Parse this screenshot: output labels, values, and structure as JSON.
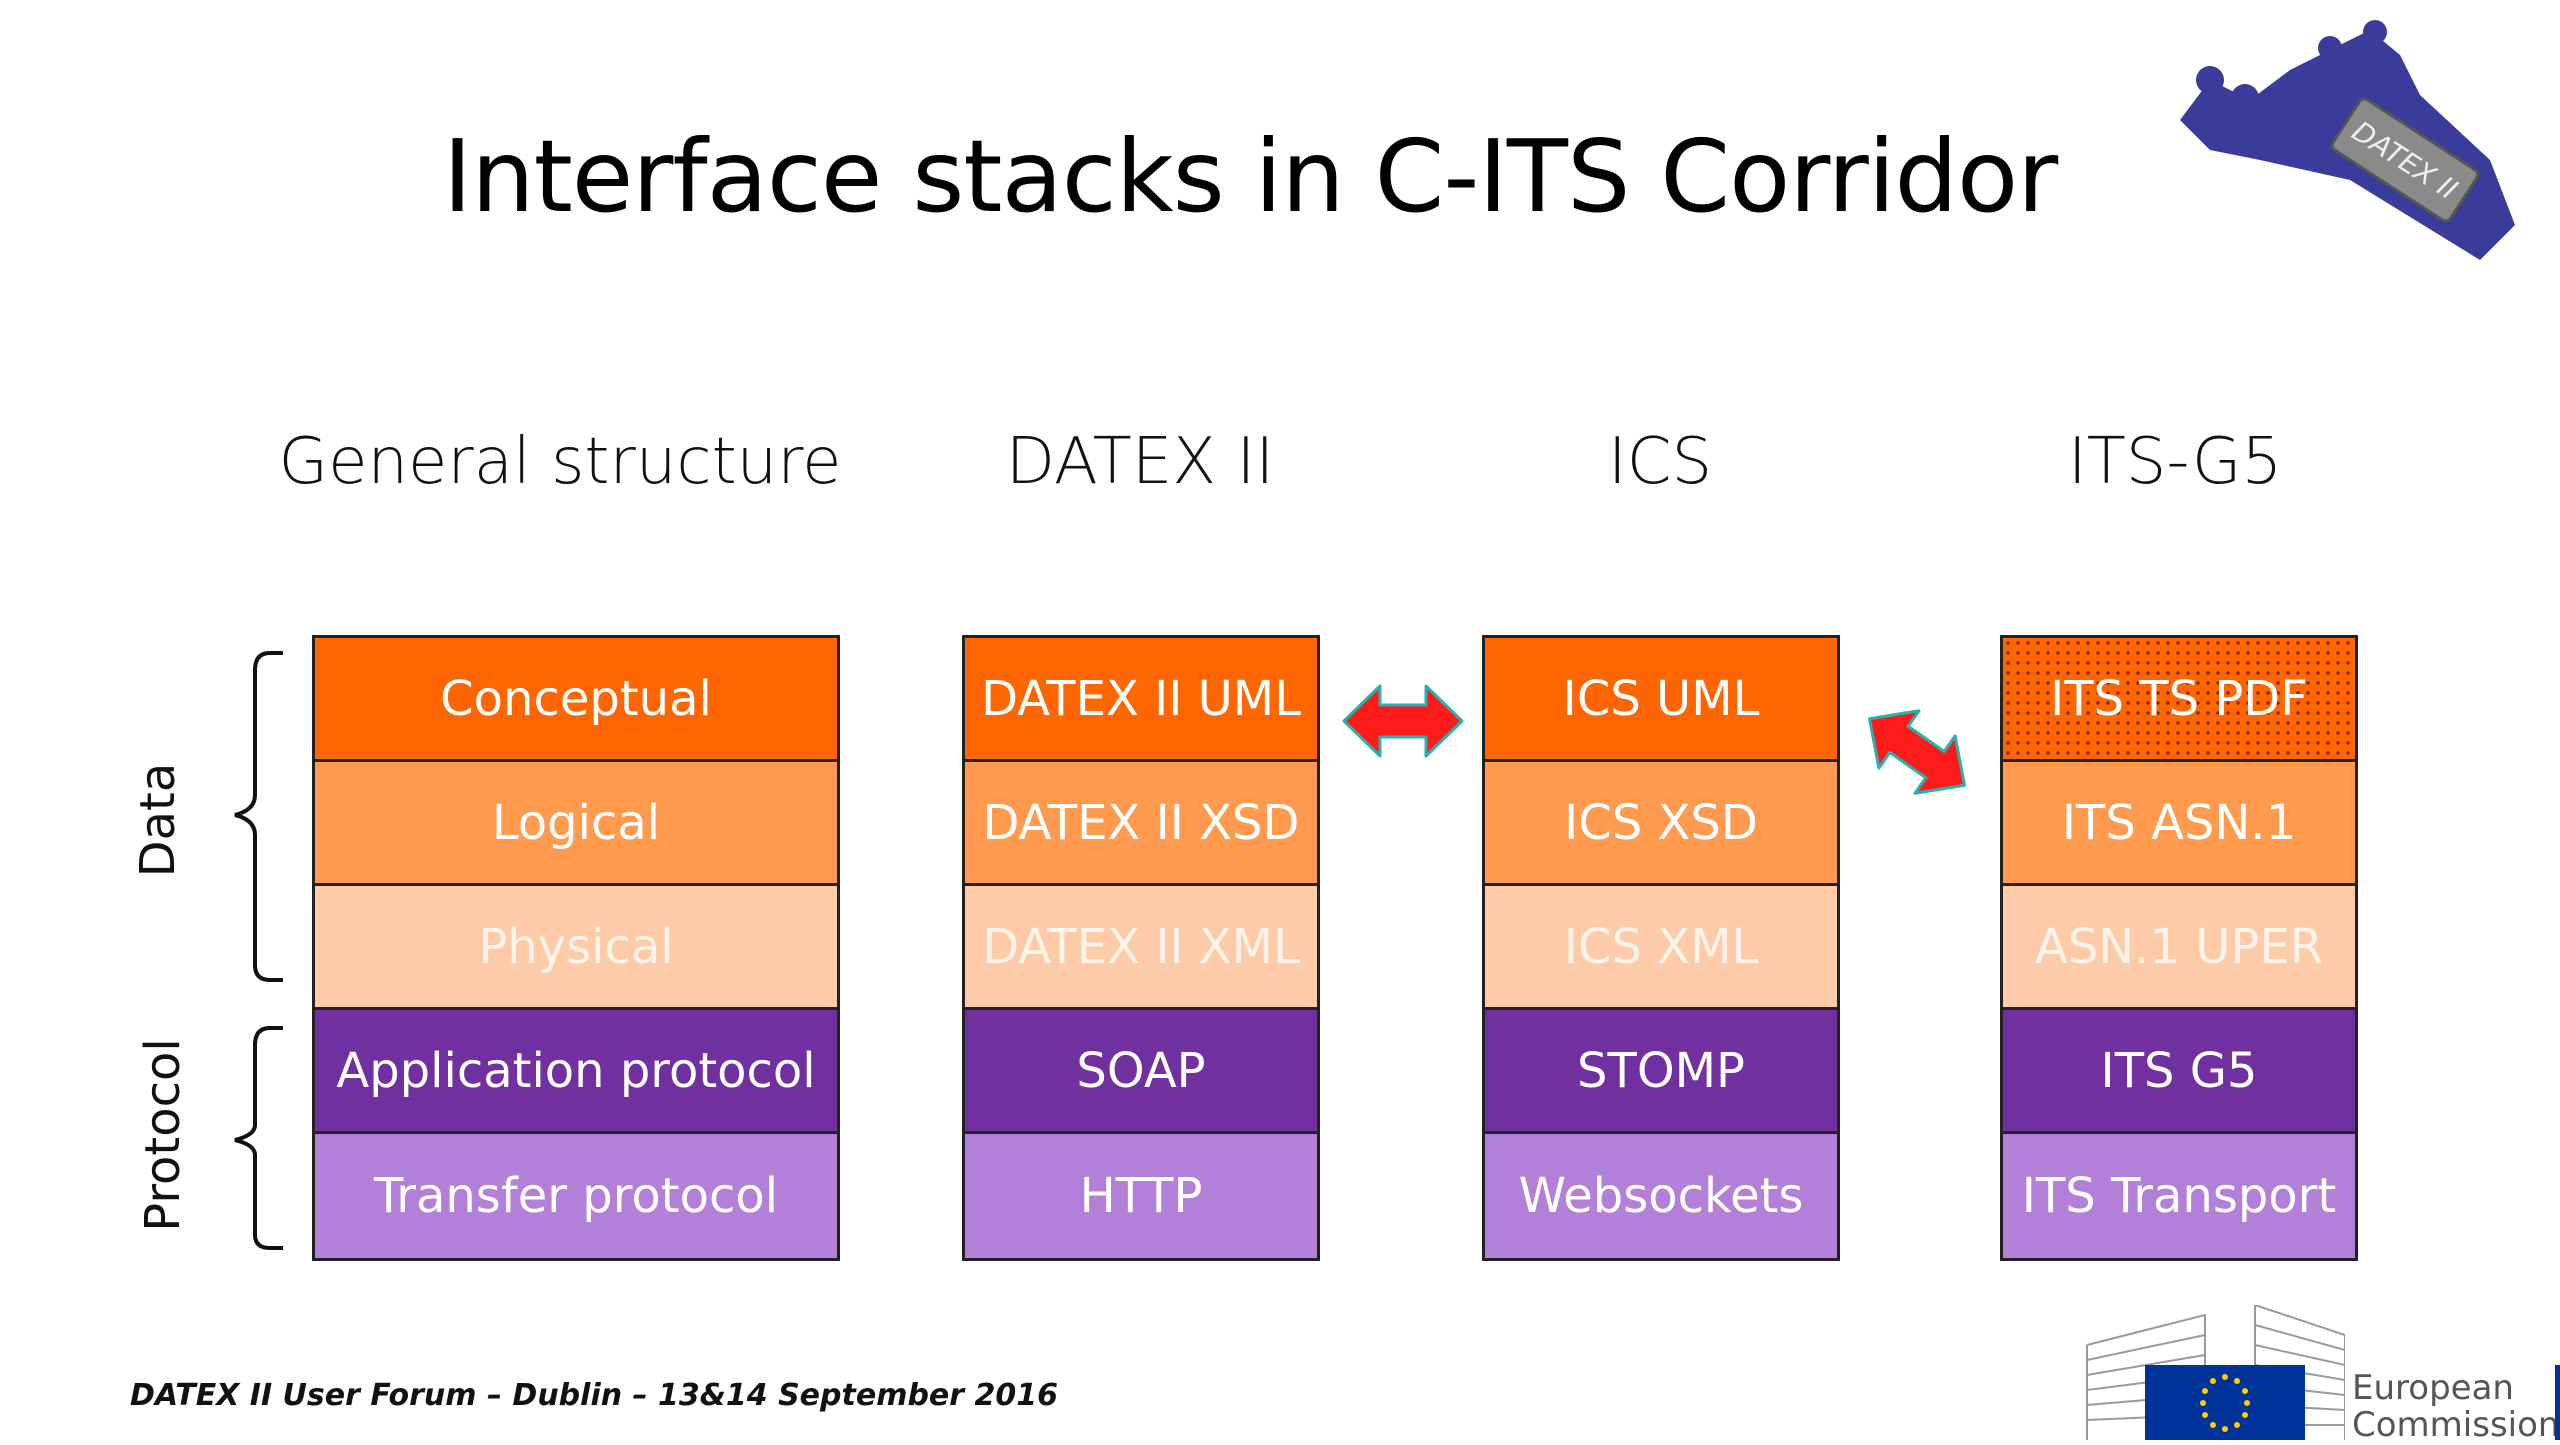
{
  "title": "Interface stacks in C-ITS Corridor",
  "columns": [
    {
      "header": "General structure",
      "cells": [
        "Conceptual",
        "Logical",
        "Physical",
        "Application protocol",
        "Transfer protocol"
      ]
    },
    {
      "header": "DATEX II",
      "cells": [
        "DATEX II UML",
        "DATEX II XSD",
        "DATEX II XML",
        "SOAP",
        "HTTP"
      ]
    },
    {
      "header": "ICS",
      "cells": [
        "ICS UML",
        "ICS XSD",
        "ICS XML",
        "STOMP",
        "Websockets"
      ]
    },
    {
      "header": "ITS-G5",
      "cells": [
        "ITS TS PDF",
        "ITS ASN.1",
        "ASN.1 UPER",
        "ITS G5",
        "ITS Transport"
      ]
    }
  ],
  "groups": {
    "data": "Data",
    "protocol": "Protocol"
  },
  "logo_text": "DATEX II",
  "footer": "DATEX II User Forum – Dublin – 13&14 September 2016",
  "ec": {
    "line1": "European",
    "line2": "Commission"
  },
  "colors": {
    "conceptual": "#ff6600",
    "logical": "#ff9a4e",
    "physical": "#fdcba8",
    "application": "#7030a0",
    "transfer": "#b280d9",
    "arrow": "#ff1a1a",
    "arrow_outline": "#2bb0b0"
  }
}
